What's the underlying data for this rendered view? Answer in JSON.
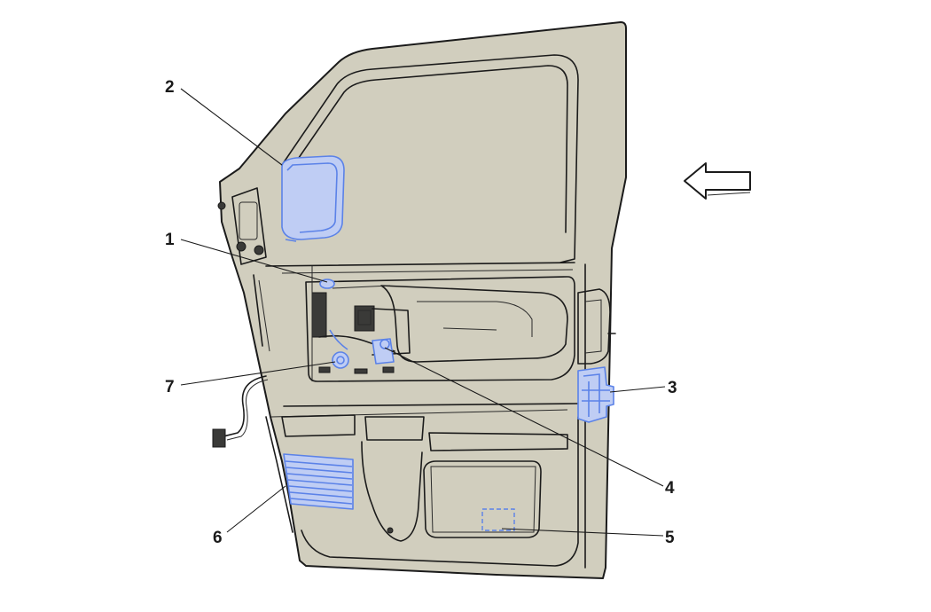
{
  "diagram": {
    "callouts": [
      {
        "id": "1",
        "text": "1"
      },
      {
        "id": "2",
        "text": "2"
      },
      {
        "id": "3",
        "text": "3"
      },
      {
        "id": "4",
        "text": "4"
      },
      {
        "id": "5",
        "text": "5"
      },
      {
        "id": "6",
        "text": "6"
      },
      {
        "id": "7",
        "text": "7"
      }
    ],
    "colors": {
      "panel": "#d1cebe",
      "outline": "#1b1b1b",
      "highlight_stroke": "#5b82e8",
      "highlight_fill": "#bfcdf4"
    },
    "icons": [
      "direction-arrow-icon"
    ]
  }
}
